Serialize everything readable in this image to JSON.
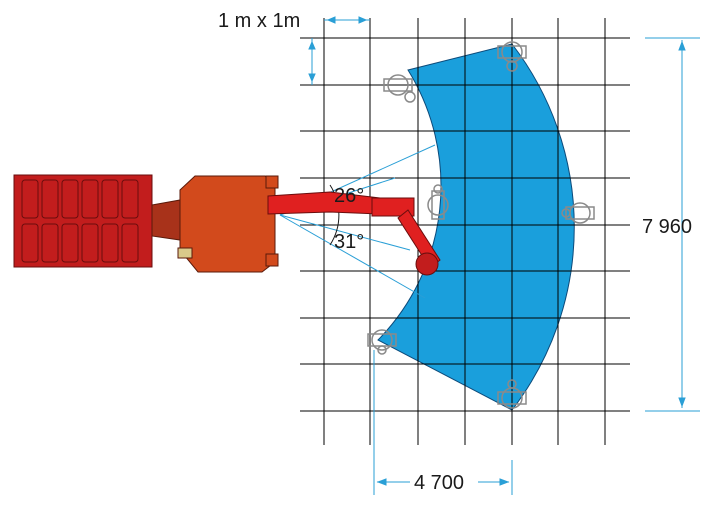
{
  "labels": {
    "grid_scale": "1 m x 1m",
    "angle_upper": "26°",
    "angle_lower": "31°",
    "height_dim": "7 960",
    "reach_dim": "4 700"
  },
  "colors": {
    "work_area": "#1a9fdc",
    "machine_body": "#d24a1c",
    "machine_tracks": "#c21d1d",
    "boom": "#e02020",
    "grid": "#000000",
    "dimension_lines": "#2a9fd6",
    "tool_outline": "#8a8a8a"
  },
  "icons": {
    "tool": "breaker-tool-icon",
    "machine": "demolition-machine-icon"
  }
}
